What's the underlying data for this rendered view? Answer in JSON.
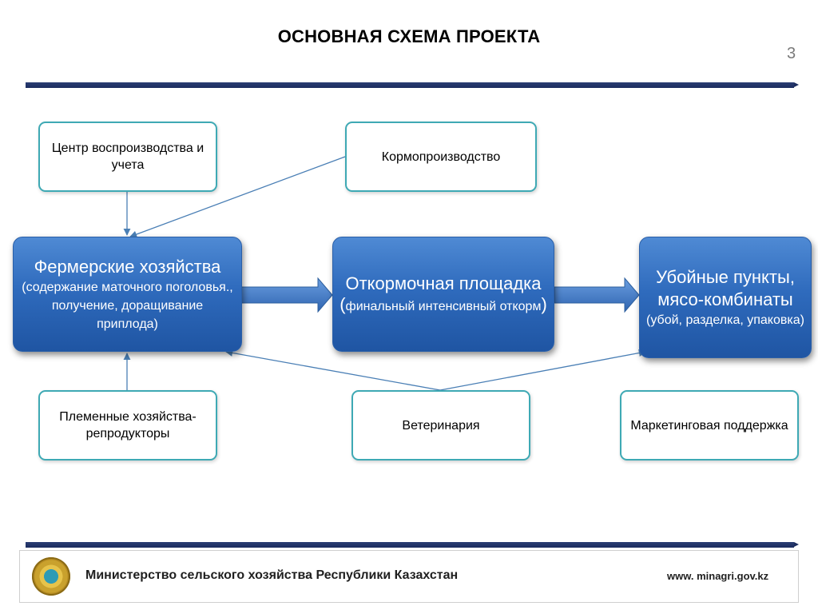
{
  "header": {
    "title": "ОСНОВНАЯ СХЕМА ПРОЕКТА",
    "slide_number": "3"
  },
  "diagram": {
    "top_left": "Центр воспроизводства и учета",
    "top_mid": "Кормопроизводство",
    "farms": {
      "title": "Фермерские хозяйства",
      "detail": "(содержание маточного поголовья., получение, доращивание приплода)"
    },
    "feedlot": {
      "title": "Откормочная площадка",
      "paren_open": "(",
      "detail": "финальный интенсивный откорм",
      "paren_close": ")"
    },
    "slaughter": {
      "title": "Убойные пункты, мясо-комбинаты",
      "detail": "(убой, разделка, упаковка)"
    },
    "bottom_left": "Племенные хозяйства-репродукторы",
    "bottom_mid": "Ветеринария",
    "bottom_right": "Маркетинговая поддержка"
  },
  "colors": {
    "rule": "#1c2d5e",
    "box_border": "#3ea9b4",
    "blue_box": "#2f6bbd",
    "arrow": "#4f88cf",
    "connector": "#4a7fb5"
  },
  "footer": {
    "emblem_icon": "kazakhstan-emblem-icon",
    "ministry": "Министерство сельского хозяйства Республики Казахстан",
    "url": "www. minagri.gov.kz"
  }
}
